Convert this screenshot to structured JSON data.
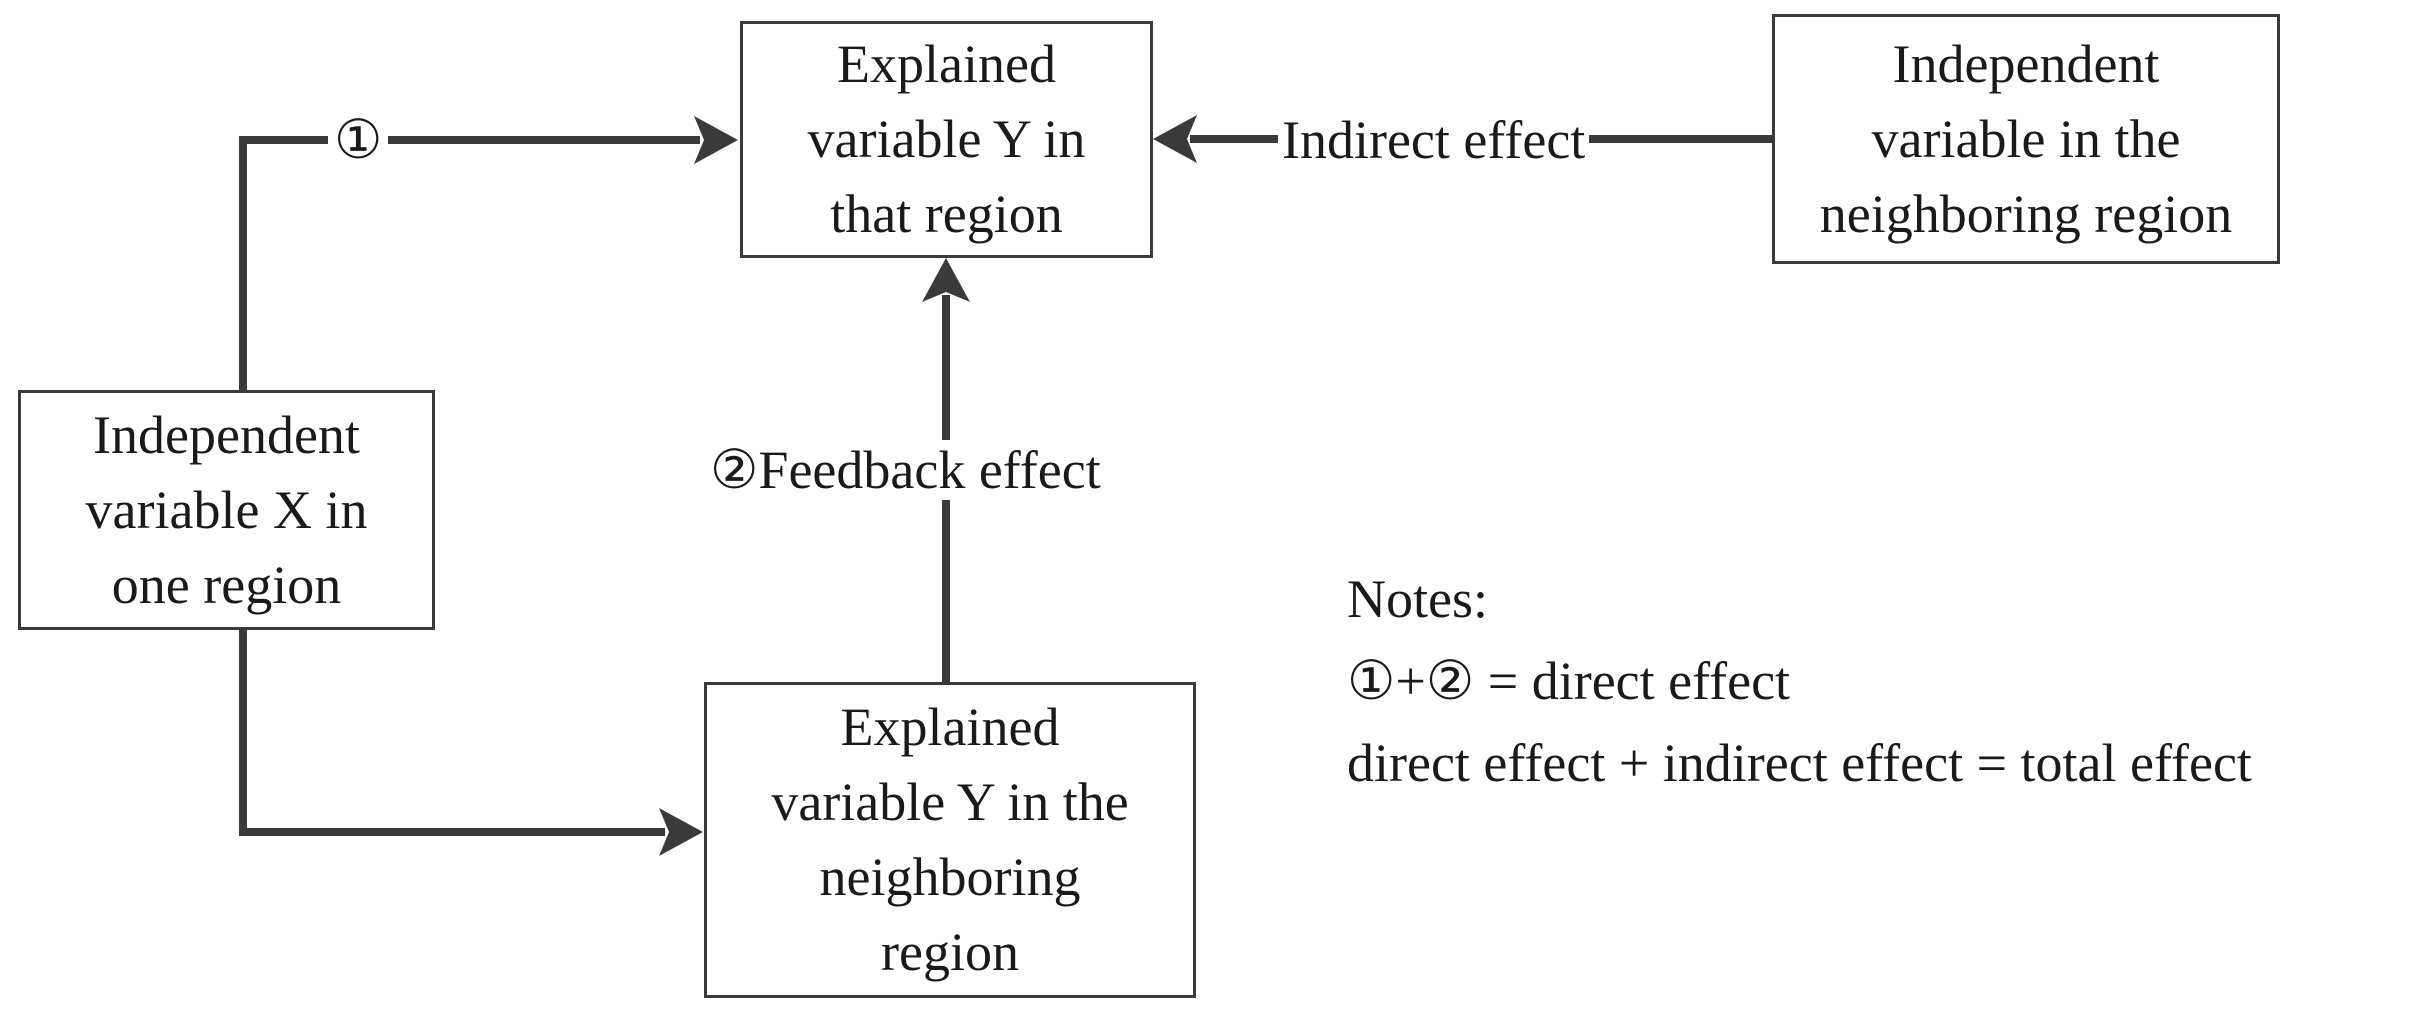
{
  "boxes": {
    "y_that_region": "Explained\nvariable Y in\nthat region",
    "x_one_region": "Independent\nvariable X in\none region",
    "y_neighboring": "Explained\nvariable Y in the\nneighboring\nregion",
    "neighbor_independent": "Independent\nvariable in the\nneighboring region"
  },
  "labels": {
    "circle_one": "①",
    "feedback": "②Feedback effect",
    "indirect": "Indirect effect"
  },
  "notes": {
    "title": "Notes:",
    "line1": "①+② = direct effect",
    "line2": "direct effect + indirect effect = total effect"
  },
  "colors": {
    "line": "#3a3a3a",
    "text": "#1a1a1a"
  }
}
